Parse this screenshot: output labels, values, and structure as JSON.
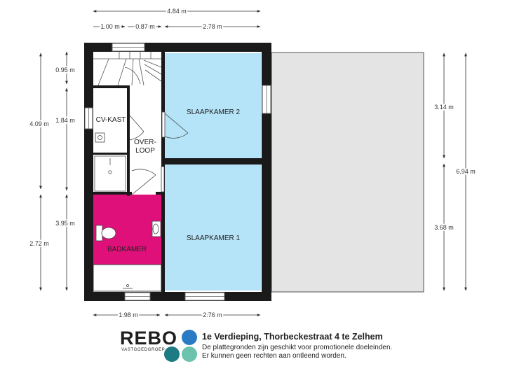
{
  "dimensions": {
    "top_total": "4.84 m",
    "top_segment_1": "1.00 m",
    "top_segment_2": "0.87 m",
    "top_segment_3": "2.78 m",
    "left_inner_1": "0.95 m",
    "left_inner_2": "1.84 m",
    "left_inner_3": "3.95 m",
    "left_outer_1": "4.09 m",
    "left_outer_2": "2.72 m",
    "right_inner_1": "3.14 m",
    "right_inner_2": "3.68 m",
    "right_outer": "6.94 m",
    "bottom_segment_1": "1.98 m",
    "bottom_segment_2": "2.76 m"
  },
  "rooms": {
    "cv_kast": "CV-KAST",
    "overloop_line1": "OVER-",
    "overloop_line2": "LOOP",
    "slaapkamer_2": "SLAAPKAMER 2",
    "slaapkamer_1": "SLAAPKAMER 1",
    "badkamer": "BADKAMER"
  },
  "colors": {
    "bedroom": "#b5e3f7",
    "bathroom": "#e0107a",
    "wall": "#1a1a1a",
    "outdoor_area": "#e4e4e4",
    "logo_blue": "#2a7bc4",
    "logo_teal": "#1d7b83",
    "logo_mint": "#6cc3ad"
  },
  "logo": {
    "name": "REBO",
    "tagline": "VASTGOEDGROEP"
  },
  "caption": {
    "title": "1e Verdieping, Thorbeckestraat 4 te Zelhem",
    "line1": "De plattegronden zijn geschikt voor promotionele doeleinden.",
    "line2": "Er kunnen geen rechten aan ontleend worden."
  }
}
